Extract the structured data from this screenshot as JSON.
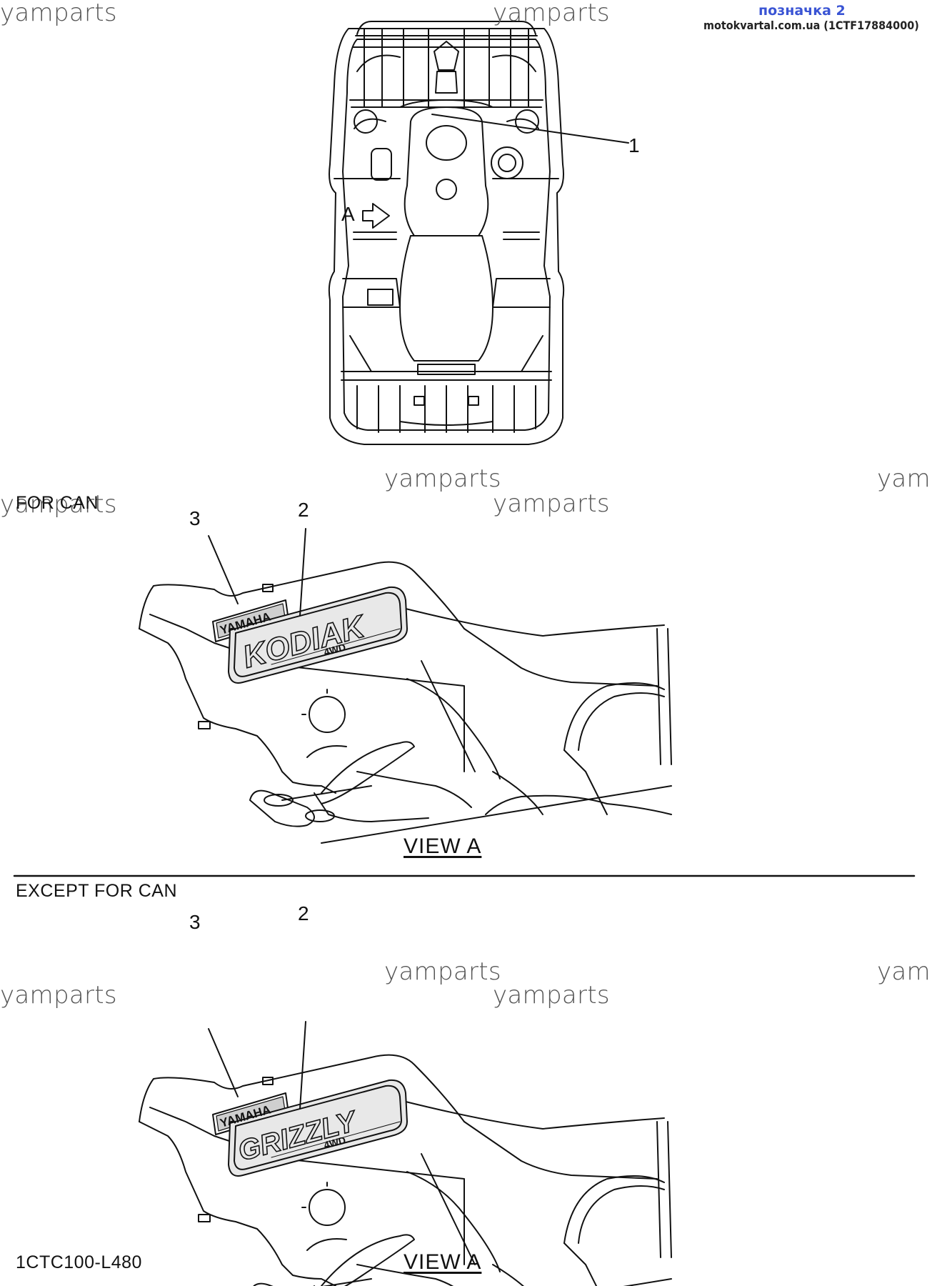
{
  "header": {
    "label": "позначка 2",
    "source": "motokvartal.com.ua (1CTF17884000)"
  },
  "watermarks": [
    "yamparts",
    "yamparts",
    "yamparts",
    "yamparts",
    "yam",
    "yamparts",
    "yamparts",
    "yamparts",
    "yam",
    "yamparts"
  ],
  "top_view": {
    "callout_1": "1",
    "arrow_label": "A"
  },
  "section_can": {
    "title": "FOR CAN",
    "callout_2": "2",
    "callout_3": "3",
    "yamaha_logo": "YAMAHA",
    "model_logo": "KODIAK",
    "model_sub": "4WD",
    "view_label": "VIEW A"
  },
  "section_except": {
    "title": "EXCEPT FOR CAN",
    "callout_2": "2",
    "callout_3": "3",
    "yamaha_logo": "YAMAHA",
    "model_logo": "GRIZZLY",
    "model_sub": "4WD",
    "view_label": "VIEW A"
  },
  "footer": {
    "code": "1CTC100-L480"
  }
}
